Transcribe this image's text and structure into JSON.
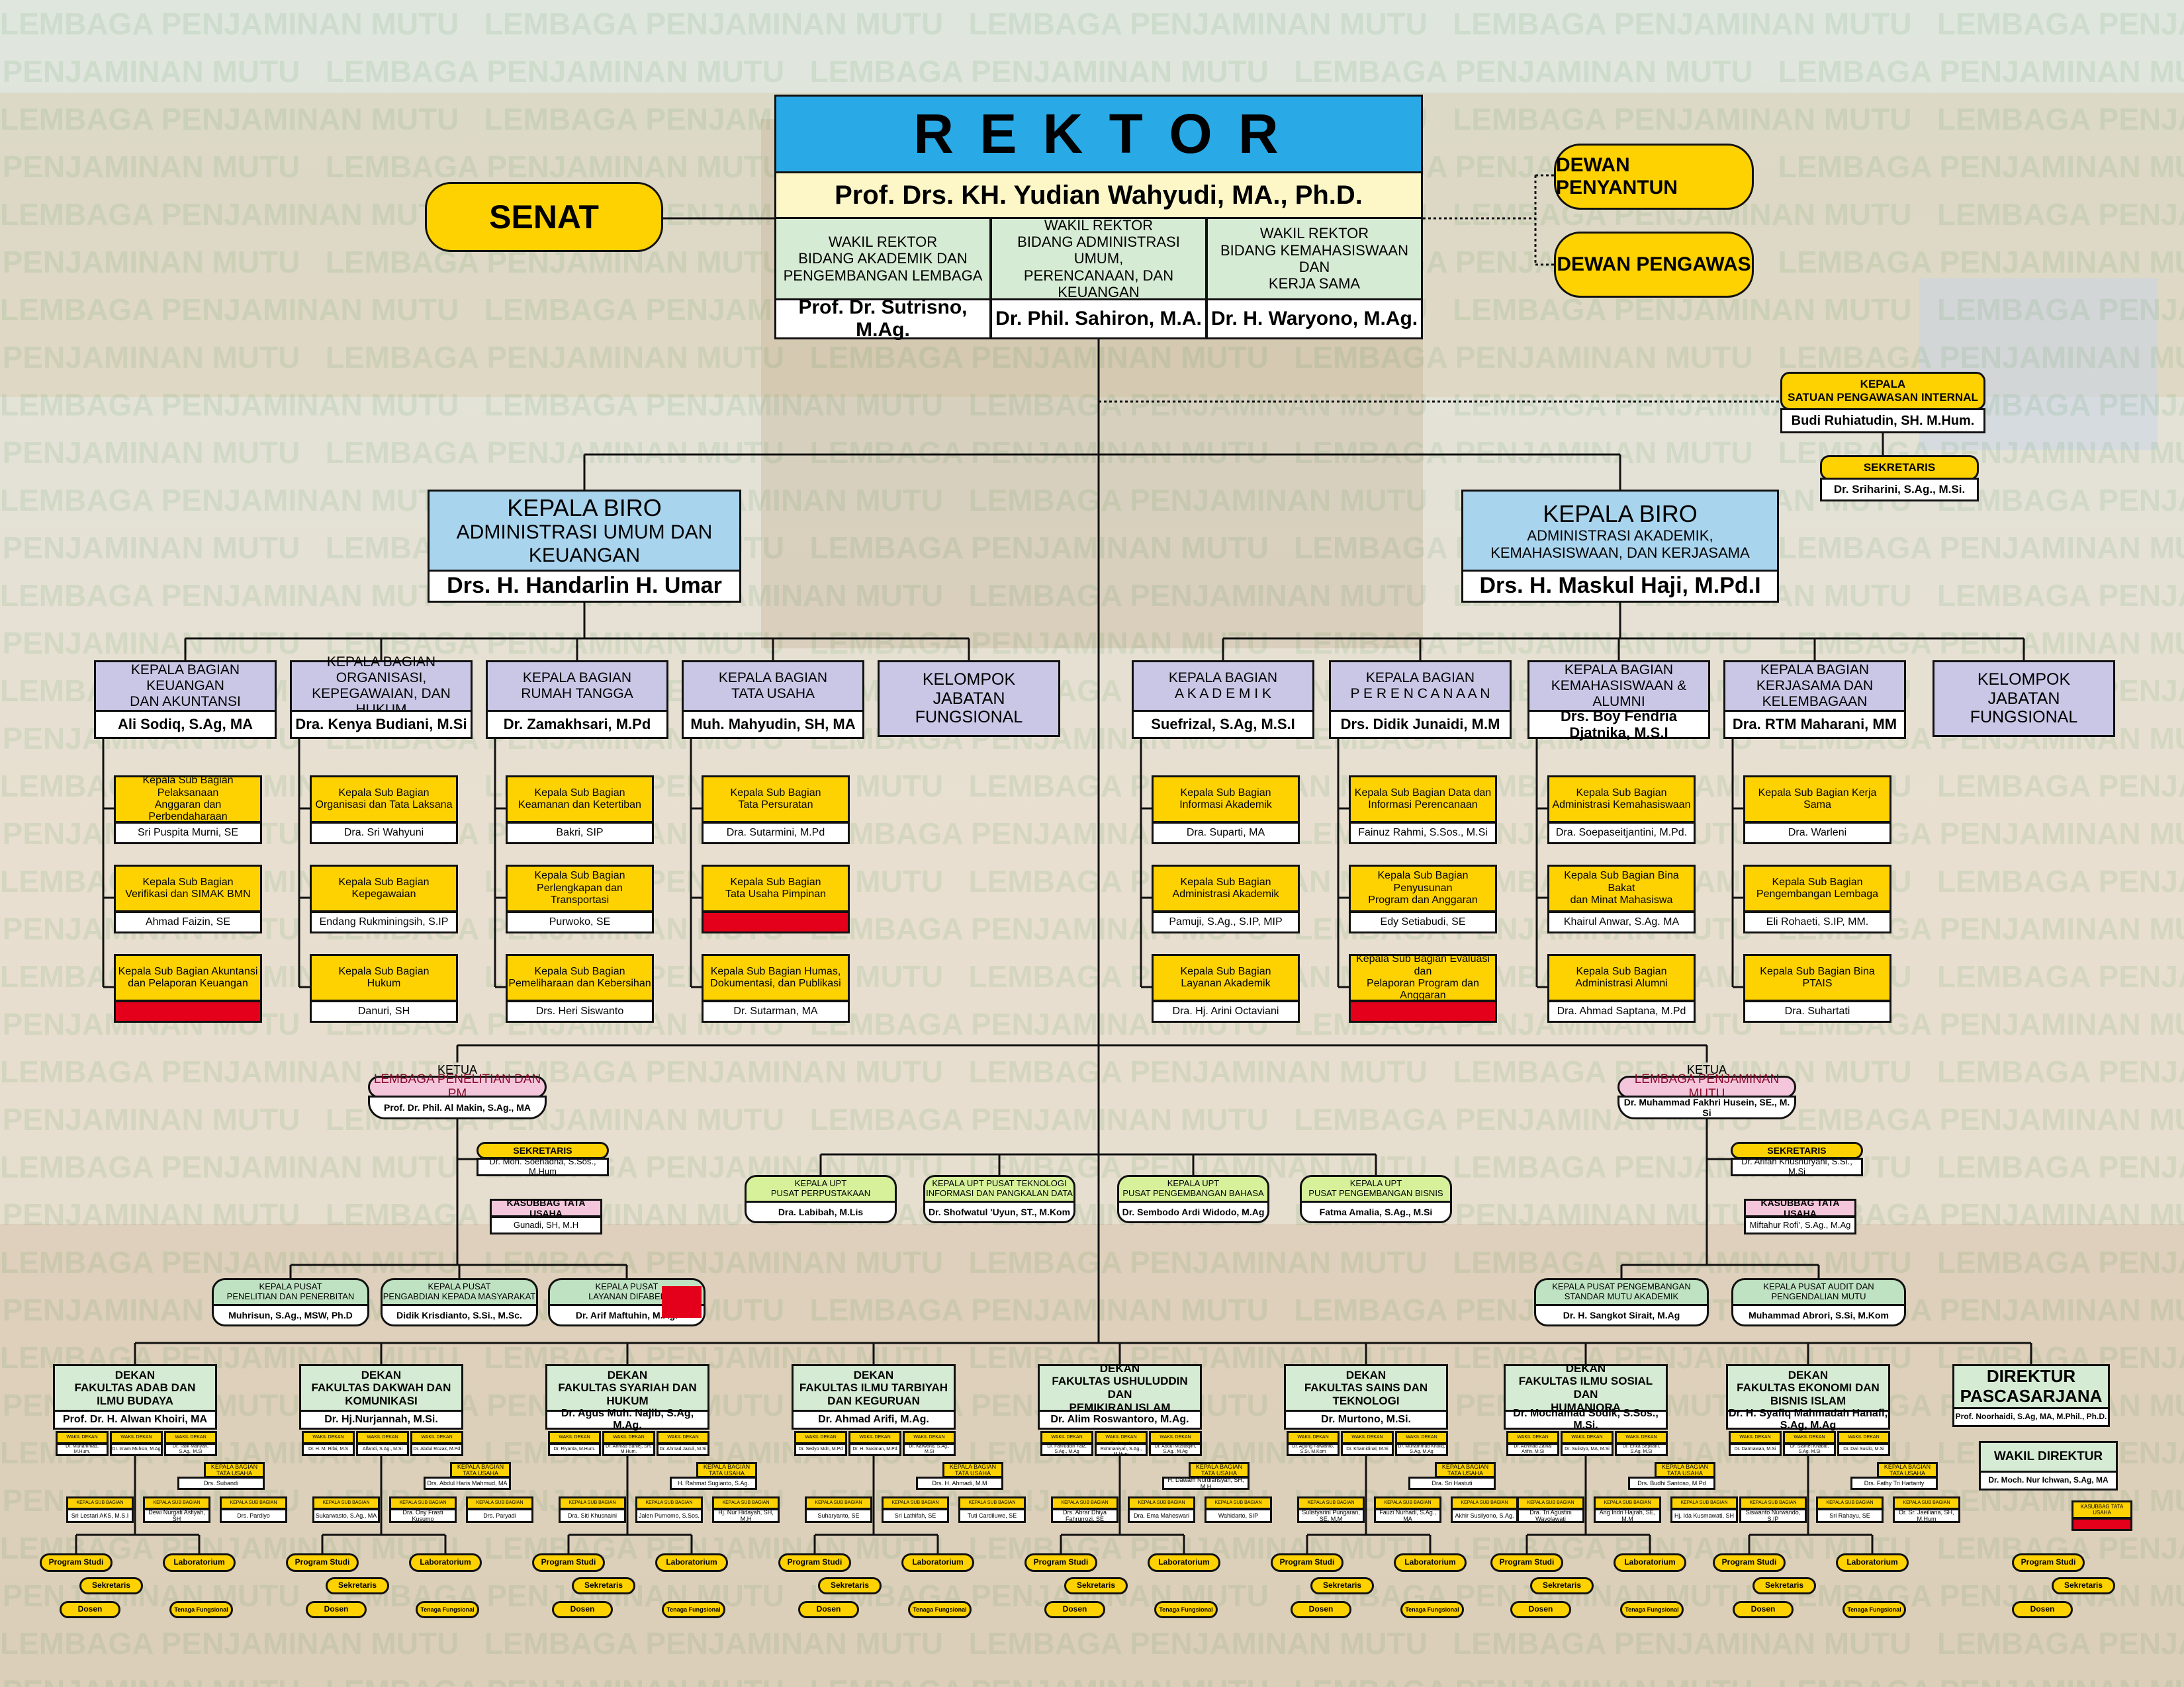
{
  "watermark": "LEMBAGA PENJAMINAN MUTU",
  "rektor": {
    "title": "R E K T O R",
    "name": "Prof. Drs. KH. Yudian Wahyudi, MA., Ph.D."
  },
  "senat": "SENAT",
  "dewan_penyantun": "DEWAN PENYANTUN",
  "dewan_pengawas": "DEWAN PENGAWAS",
  "wakil_rektor": [
    {
      "title": "WAKIL REKTOR\nBIDANG AKADEMIK DAN\nPENGEMBANGAN LEMBAGA",
      "name": "Prof. Dr. Sutrisno, M.Ag."
    },
    {
      "title": "WAKIL REKTOR\nBIDANG ADMINISTRASI UMUM,\nPERENCANAAN, DAN KEUANGAN",
      "name": "Dr. Phil. Sahiron, M.A."
    },
    {
      "title": "WAKIL REKTOR\nBIDANG KEMAHASISWAAN DAN\nKERJA SAMA",
      "name": "Dr. H. Waryono, M.Ag."
    }
  ],
  "spi": {
    "title": "KEPALA\nSATUAN PENGAWASAN INTERNAL",
    "name": "Budi Ruhiatudin, SH. M.Hum.",
    "sek_title": "SEKRETARIS",
    "sek_name": "Dr. Sriharini, S.Ag., M.Si."
  },
  "biro": [
    {
      "t1": "KEPALA BIRO",
      "t2": "ADMINISTRASI UMUM DAN KEUANGAN",
      "name": "Drs. H. Handarlin H. Umar"
    },
    {
      "t1": "KEPALA BIRO",
      "t2": "ADMINISTRASI AKADEMIK, KEMAHASISWAAN, DAN KERJASAMA",
      "name": "Drs. H. Maskul Haji, M.Pd.I"
    }
  ],
  "bagian": [
    {
      "title": "KEPALA BAGIAN KEUANGAN\nDAN AKUNTANSI",
      "name": "Ali Sodiq, S.Ag, MA",
      "subs": [
        {
          "title": "Kepala Sub Bagian Pelaksanaan\nAnggaran dan Perbendaharaan",
          "name": "Sri Puspita Murni, SE"
        },
        {
          "title": "Kepala Sub Bagian\nVerifikasi dan SIMAK BMN",
          "name": "Ahmad Faizin, SE"
        },
        {
          "title": "Kepala Sub Bagian Akuntansi\ndan Pelaporan Keuangan",
          "name": ""
        }
      ]
    },
    {
      "title": "KEPALA BAGIAN ORGANISASI,\nKEPEGAWAIAN, DAN HUKUM",
      "name": "Dra. Kenya Budiani, M.Si",
      "subs": [
        {
          "title": "Kepala Sub Bagian\nOrganisasi dan Tata Laksana",
          "name": "Dra. Sri Wahyuni"
        },
        {
          "title": "Kepala Sub Bagian\nKepegawaian",
          "name": "Endang Rukminingsih, S.IP"
        },
        {
          "title": "Kepala Sub Bagian\nHukum",
          "name": "Danuri, SH"
        }
      ]
    },
    {
      "title": "KEPALA BAGIAN\nRUMAH TANGGA",
      "name": "Dr. Zamakhsari, M.Pd",
      "subs": [
        {
          "title": "Kepala Sub Bagian\nKeamanan dan Ketertiban",
          "name": "Bakri, SIP"
        },
        {
          "title": "Kepala Sub Bagian\nPerlengkapan dan Transportasi",
          "name": "Purwoko, SE"
        },
        {
          "title": "Kepala Sub Bagian\nPemeliharaan dan Kebersihan",
          "name": "Drs. Heri Siswanto"
        }
      ]
    },
    {
      "title": "KEPALA BAGIAN\nTATA USAHA",
      "name": "Muh. Mahyudin, SH, MA",
      "subs": [
        {
          "title": "Kepala Sub Bagian\nTata Persuratan",
          "name": "Dra. Sutarmini, M.Pd"
        },
        {
          "title": "Kepala Sub Bagian\nTata Usaha Pimpinan",
          "name": ""
        },
        {
          "title": "Kepala Sub Bagian Humas,\nDokumentasi, dan Publikasi",
          "name": "Dr. Sutarman, MA"
        }
      ]
    },
    {
      "title": "KEPALA BAGIAN\nA K A D E M I K",
      "name": "Suefrizal, S.Ag, M.S.I",
      "subs": [
        {
          "title": "Kepala Sub Bagian\nInformasi Akademik",
          "name": "Dra. Suparti, MA"
        },
        {
          "title": "Kepala Sub Bagian\nAdministrasi Akademik",
          "name": "Pamuji, S.Ag., S.IP, MIP"
        },
        {
          "title": "Kepala Sub Bagian\nLayanan Akademik",
          "name": "Dra. Hj. Arini Octaviani"
        }
      ]
    },
    {
      "title": "KEPALA BAGIAN\nP E R E N C A N A A N",
      "name": "Drs. Didik  Junaidi, M.M",
      "subs": [
        {
          "title": "Kepala Sub Bagian Data dan\nInformasi Perencanaan",
          "name": "Fainuz Rahmi, S.Sos., M.Si"
        },
        {
          "title": "Kepala Sub Bagian Penyusunan\nProgram dan Anggaran",
          "name": "Edy Setiabudi, SE"
        },
        {
          "title": "Kepala Sub Bagian Evaluasi dan\nPelaporan Program dan Anggaran",
          "name": ""
        }
      ]
    },
    {
      "title": "KEPALA BAGIAN\nKEMAHASISWAAN & ALUMNI",
      "name": "Drs. Boy Fendria Djatnika, M.S.I",
      "subs": [
        {
          "title": "Kepala Sub Bagian\nAdministrasi Kemahasiswaan",
          "name": "Dra. Soepaseitjantini, M.Pd."
        },
        {
          "title": "Kepala Sub Bagian Bina Bakat\ndan Minat Mahasiswa",
          "name": "Khairul Anwar, S.Ag. MA"
        },
        {
          "title": "Kepala Sub Bagian\nAdministrasi Alumni",
          "name": "Dra. Ahmad Saptana, M.Pd"
        }
      ]
    },
    {
      "title": "KEPALA BAGIAN\nKERJASAMA DAN KELEMBAGAAN",
      "name": "Dra. RTM Maharani, MM",
      "subs": [
        {
          "title": "Kepala Sub Bagian Kerja Sama",
          "name": "Dra. Warleni"
        },
        {
          "title": "Kepala Sub Bagian\nPengembangan Lembaga",
          "name": "Eli Rohaeti, S.IP, MM."
        },
        {
          "title": "Kepala Sub Bagian Bina PTAIS",
          "name": "Dra. Suhartati"
        }
      ]
    }
  ],
  "kjf": "KELOMPOK\nJABATAN\nFUNGSIONAL",
  "lppm": {
    "ketua": "KETUA",
    "title": "LEMBAGA PENELITIAN DAN PM",
    "name": "Prof. Dr. Phil. Al Makin, S.Ag., MA",
    "sek_title": "SEKRETARIS",
    "sek_name": "Dr. Moh. Soehadha, S.Sos., M.Hum",
    "ktu_title": "KASUBBAG  TATA USAHA",
    "ktu_name": "Gunadi, SH, M.H"
  },
  "lpm": {
    "ketua": "KETUA",
    "title": "LEMBAGA PENJAMINAN MUTU",
    "name": "Dr. Muhammad Fakhri Husein, SE., M. Si",
    "sek_title": "SEKRETARIS",
    "sek_name": "Dr. Arifah Khusnuryani, S.Si., M.Si",
    "ktu_title": "KASUBBAG  TATA USAHA",
    "ktu_name": "Miftahur Rofi', S.Ag., M.Ag"
  },
  "pusat_lppm": [
    {
      "title": "KEPALA PUSAT\nPENELITIAN DAN PENERBITAN",
      "name": "Muhrisun, S.Ag., MSW, Ph.D"
    },
    {
      "title": "KEPALA PUSAT\nPENGABDIAN KEPADA MASYARAKAT",
      "name": "Didik Krisdianto, S.Si., M.Sc."
    },
    {
      "title": "KEPALA PUSAT\nLAYANAN DIFABEL",
      "name": "Dr. Arif Maftuhin, M.Ag."
    }
  ],
  "pusat_lpm": [
    {
      "title": "KEPALA PUSAT PENGEMBANGAN\nSTANDAR MUTU AKADEMIK",
      "name": "Dr. H. Sangkot Sirait, M.Ag"
    },
    {
      "title": "KEPALA PUSAT AUDIT DAN\nPENGENDALIAN MUTU",
      "name": "Muhammad Abrori, S.Si, M.Kom"
    }
  ],
  "upt": [
    {
      "title": "KEPALA UPT\nPUSAT PERPUSTAKAAN",
      "name": "Dra. Labibah, M.Lis"
    },
    {
      "title": "KEPALA UPT PUSAT TEKNOLOGI\nINFORMASI DAN PANGKALAN DATA",
      "name": "Dr. Shofwatul 'Uyun, ST., M.Kom"
    },
    {
      "title": "KEPALA UPT\nPUSAT PENGEMBANGAN BAHASA",
      "name": "Dr. Sembodo Ardi Widodo, M.Ag"
    },
    {
      "title": "KEPALA UPT\nPUSAT PENGEMBANGAN BISNIS",
      "name": "Fatma Amalia, S.Ag., M.Si"
    }
  ],
  "fakultas": [
    {
      "title": "DEKAN\nFAKULTAS ADAB DAN\nILMU  BUDAYA",
      "name": "Prof. Dr. H. Alwan Khoiri, MA",
      "wd": [
        "Dr. Muhammad, M.Hum.",
        "Dr. Imam Muhsin, M.Ag",
        "Dr. Tatik Mariyah, S.Ag., M.Si"
      ],
      "kabag": "Drs. Subandi",
      "kasub": [
        "Sri Lestari AKS, M.S.I",
        "Dewi Nurgati Asfiyah, SH",
        "Drs. Pardiyo"
      ]
    },
    {
      "title": "DEKAN\nFAKULTAS DAKWAH DAN\nKOMUNIKASI",
      "name": "Dr. Hj.Nurjannah, M.Si.",
      "wd": [
        "Dr. H. M. Rifai, M.S",
        "Alfandi, S.Ag., M.Si",
        "Dr. Abdul Rozak, M.Pd"
      ],
      "kabag": "Drs. Abdul Haris Mahmud, MA",
      "kasub": [
        "Sukarwasto, S.Ag., MA",
        "Dra. Ony Frasti Kusumo",
        "Drs. Paryadi"
      ]
    },
    {
      "title": "DEKAN\nFAKULTAS SYARIAH DAN\nHUKUM",
      "name": "Dr. Agus Muh. Najib, S.Ag, M.Ag.",
      "wd": [
        "Dr. Riyanta, M.Hum.",
        "Dr. Ahmad Bahiej, SH, M.Hum.",
        "Dr. Ahmad Jazuli, M.Si"
      ],
      "kabag": "H. Rahmat Sugianto, S.Ag.",
      "kasub": [
        "Dra. Siti Khusnaini",
        "Jalen Purnomo, S.Sos.",
        "Hj. Nur Hidayah, SH, M.H"
      ]
    },
    {
      "title": "DEKAN\nFAKULTAS ILMU TARBIYAH\nDAN KEGURUAN",
      "name": "Dr. Ahmad Arifi, M.Ag.",
      "wd": [
        "Dr. Sedyo Mdn, M.Pd",
        "Dr. H. Sukiman, M.Pd",
        "Dr. Karwono, S.Ag., M.Si"
      ],
      "kabag": "Drs. H. Ahmadi, M.M",
      "kasub": [
        "Suharyanto, SE",
        "Sri Lathifah, SE",
        "Tuti Cardiluwe, SE"
      ]
    },
    {
      "title": "DEKAN\nFAKULTAS USHULUDDIN DAN\nPEMIKIRAN ISLAM",
      "name": "Dr. Alim Roswantoro, M.Ag.",
      "wd": [
        "Dr. Fahruddin Faiz, S.Ag., M.Ag",
        "Dr. Inayah Rohmaniyah, S.Ag., M.Hum",
        "Dr. Abdul Mustaqim, S.Ag., M.Ag"
      ],
      "kabag": "H. Dawam Nurdiansyah, SH, M.H",
      "kasub": [
        "Drs. Abrar Dhiya Fahrurrozi, SE",
        "Dra. Ema Maheswari",
        "Wahidarto, SIP"
      ]
    },
    {
      "title": "DEKAN\nFAKULTAS SAINS DAN\nTEKNOLOGI",
      "name": "Dr. Murtono, M.Si.",
      "wd": [
        "Dr. Agung Fatwanto, S.Si, M.Kom",
        "Dr. Khamidinal, M.Si",
        "Dr. Muhammad Kholiq, S.Ag, M.Ag"
      ],
      "kabag": "Dra. Sri Hastuti",
      "kasub": [
        "Sulistyarini Pungaran, SE, M.M",
        "Fauzi Nurhadi, S.Ag., MA",
        "Akhir Susilyono, S.Ag."
      ]
    },
    {
      "title": "DEKAN\nFAKULTAS ILMU SOSIAL DAN\nHUMANIORA",
      "name": "Dr. Mochamad Sodik, S.Sos., M.Si.",
      "wd": [
        "Dr. Achmad Zainal Arifin, M.Si",
        "Dr. Sulistyo, MA, M.Si",
        "Dr. Erika Septiani, S.Ag, M.Si"
      ],
      "kabag": "Drs. Budhi Santoso, M.Pd",
      "kasub": [
        "Dra. Tri Agustini Wayolawati",
        "Ang Indri Hajrah, SE, M.M",
        "Hj. Ida Kusmawati, SH"
      ]
    },
    {
      "title": "DEKAN\nFAKULTAS EKONOMI DAN\nBISNIS ISLAM",
      "name": "Dr. H. Syafiq Mahmadah Hanafi, S.Ag, M.Ag",
      "wd": [
        "Dr. Darmawan, M.Si",
        "Dr. Slamet Khabib, S.Ag, M.Si",
        "Dr. Dwi Susilo, M.Si"
      ],
      "kabag": "Drs. Fathy Tri Hartanty",
      "kasub": [
        "Siswanto Nurwando, S.IP",
        "Sri Rahayu, SE",
        "Dr. Sr. Jaeiliana, SH, M.Hum"
      ]
    }
  ],
  "fak_labels": {
    "kabag": "KEPALA BAGIAN\nTATA USAHA",
    "kasub": "KEPALA SUB BAGIAN",
    "wd": "WAKIL DEKAN",
    "program_studi": "Program Studi",
    "sekretaris": "Sekretaris",
    "dosen": "Dosen",
    "laboratorium": "Laboratorium",
    "tenaga": "Tenaga Fungsional"
  },
  "pasca": {
    "title": "DIREKTUR\nPASCASARJANA",
    "name": "Prof. Noorhaidi, S.Ag, MA, M.Phil., Ph.D.",
    "wakil": "WAKIL DIREKTUR",
    "wakil_name": "Dr. Moch. Nur Ichwan, S.Ag, MA",
    "ktu": "KASUBBAG  TATA USAHA"
  },
  "colors": {
    "yellow": "#fdd200",
    "blue": "#29a9e6",
    "lightblue": "#a9d4ee",
    "lavender": "#c9c6e6",
    "mint": "#d6ebd4",
    "cream": "#fdf7c8",
    "pink": "#f4c6dc",
    "red": "#e4001b"
  }
}
